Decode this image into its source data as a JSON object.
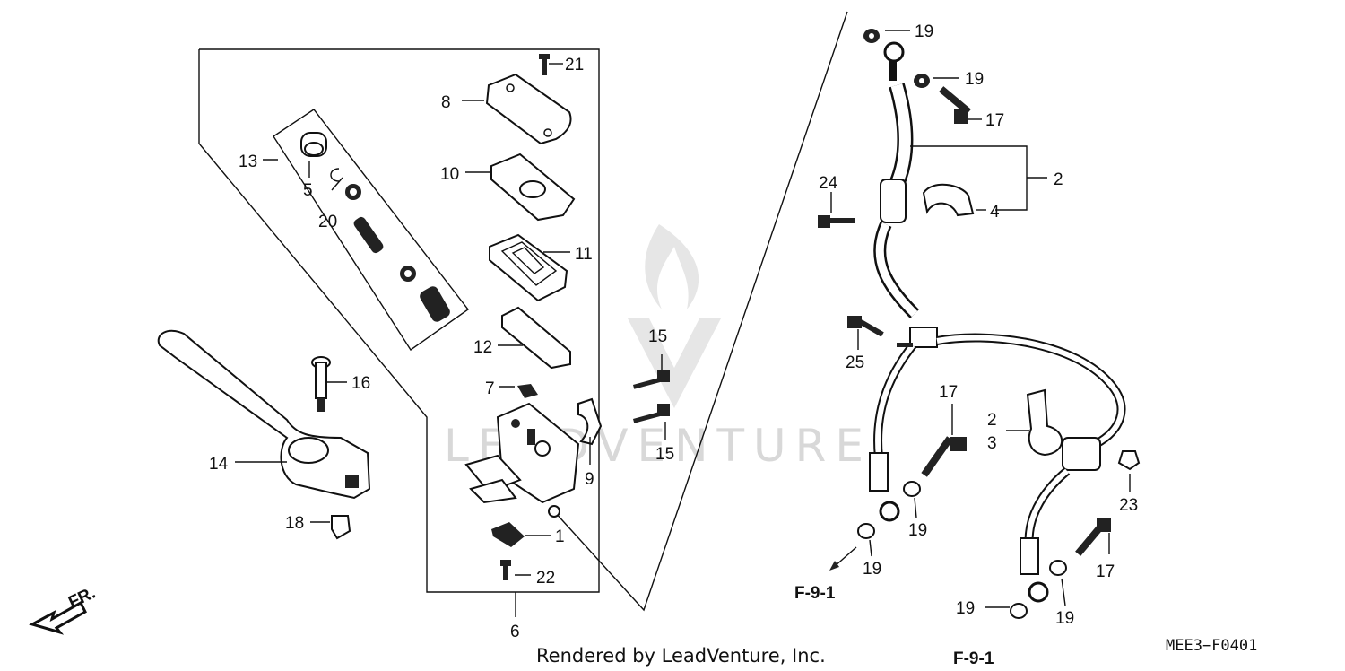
{
  "watermark": "LEADVENTURE",
  "credit": "Rendered by LeadVenture, Inc.",
  "diagram_code": "MEE3−F0401",
  "direction_label": "FR.",
  "refs": {
    "left": "F-9-1",
    "right": "F-9-1"
  },
  "callouts": {
    "c1": "1",
    "c2a": "2",
    "c2b": "2",
    "c3": "3",
    "c4": "4",
    "c5": "5",
    "c6": "6",
    "c7": "7",
    "c8": "8",
    "c9": "9",
    "c10": "10",
    "c11": "11",
    "c12": "12",
    "c13": "13",
    "c14": "14",
    "c15a": "15",
    "c15b": "15",
    "c16": "16",
    "c17a": "17",
    "c17b": "17",
    "c17c": "17",
    "c18": "18",
    "c19a": "19",
    "c19b": "19",
    "c19c": "19",
    "c19d": "19",
    "c19e": "19",
    "c19f": "19",
    "c20": "20",
    "c21": "21",
    "c22": "22",
    "c23": "23",
    "c24": "24",
    "c25": "25"
  }
}
